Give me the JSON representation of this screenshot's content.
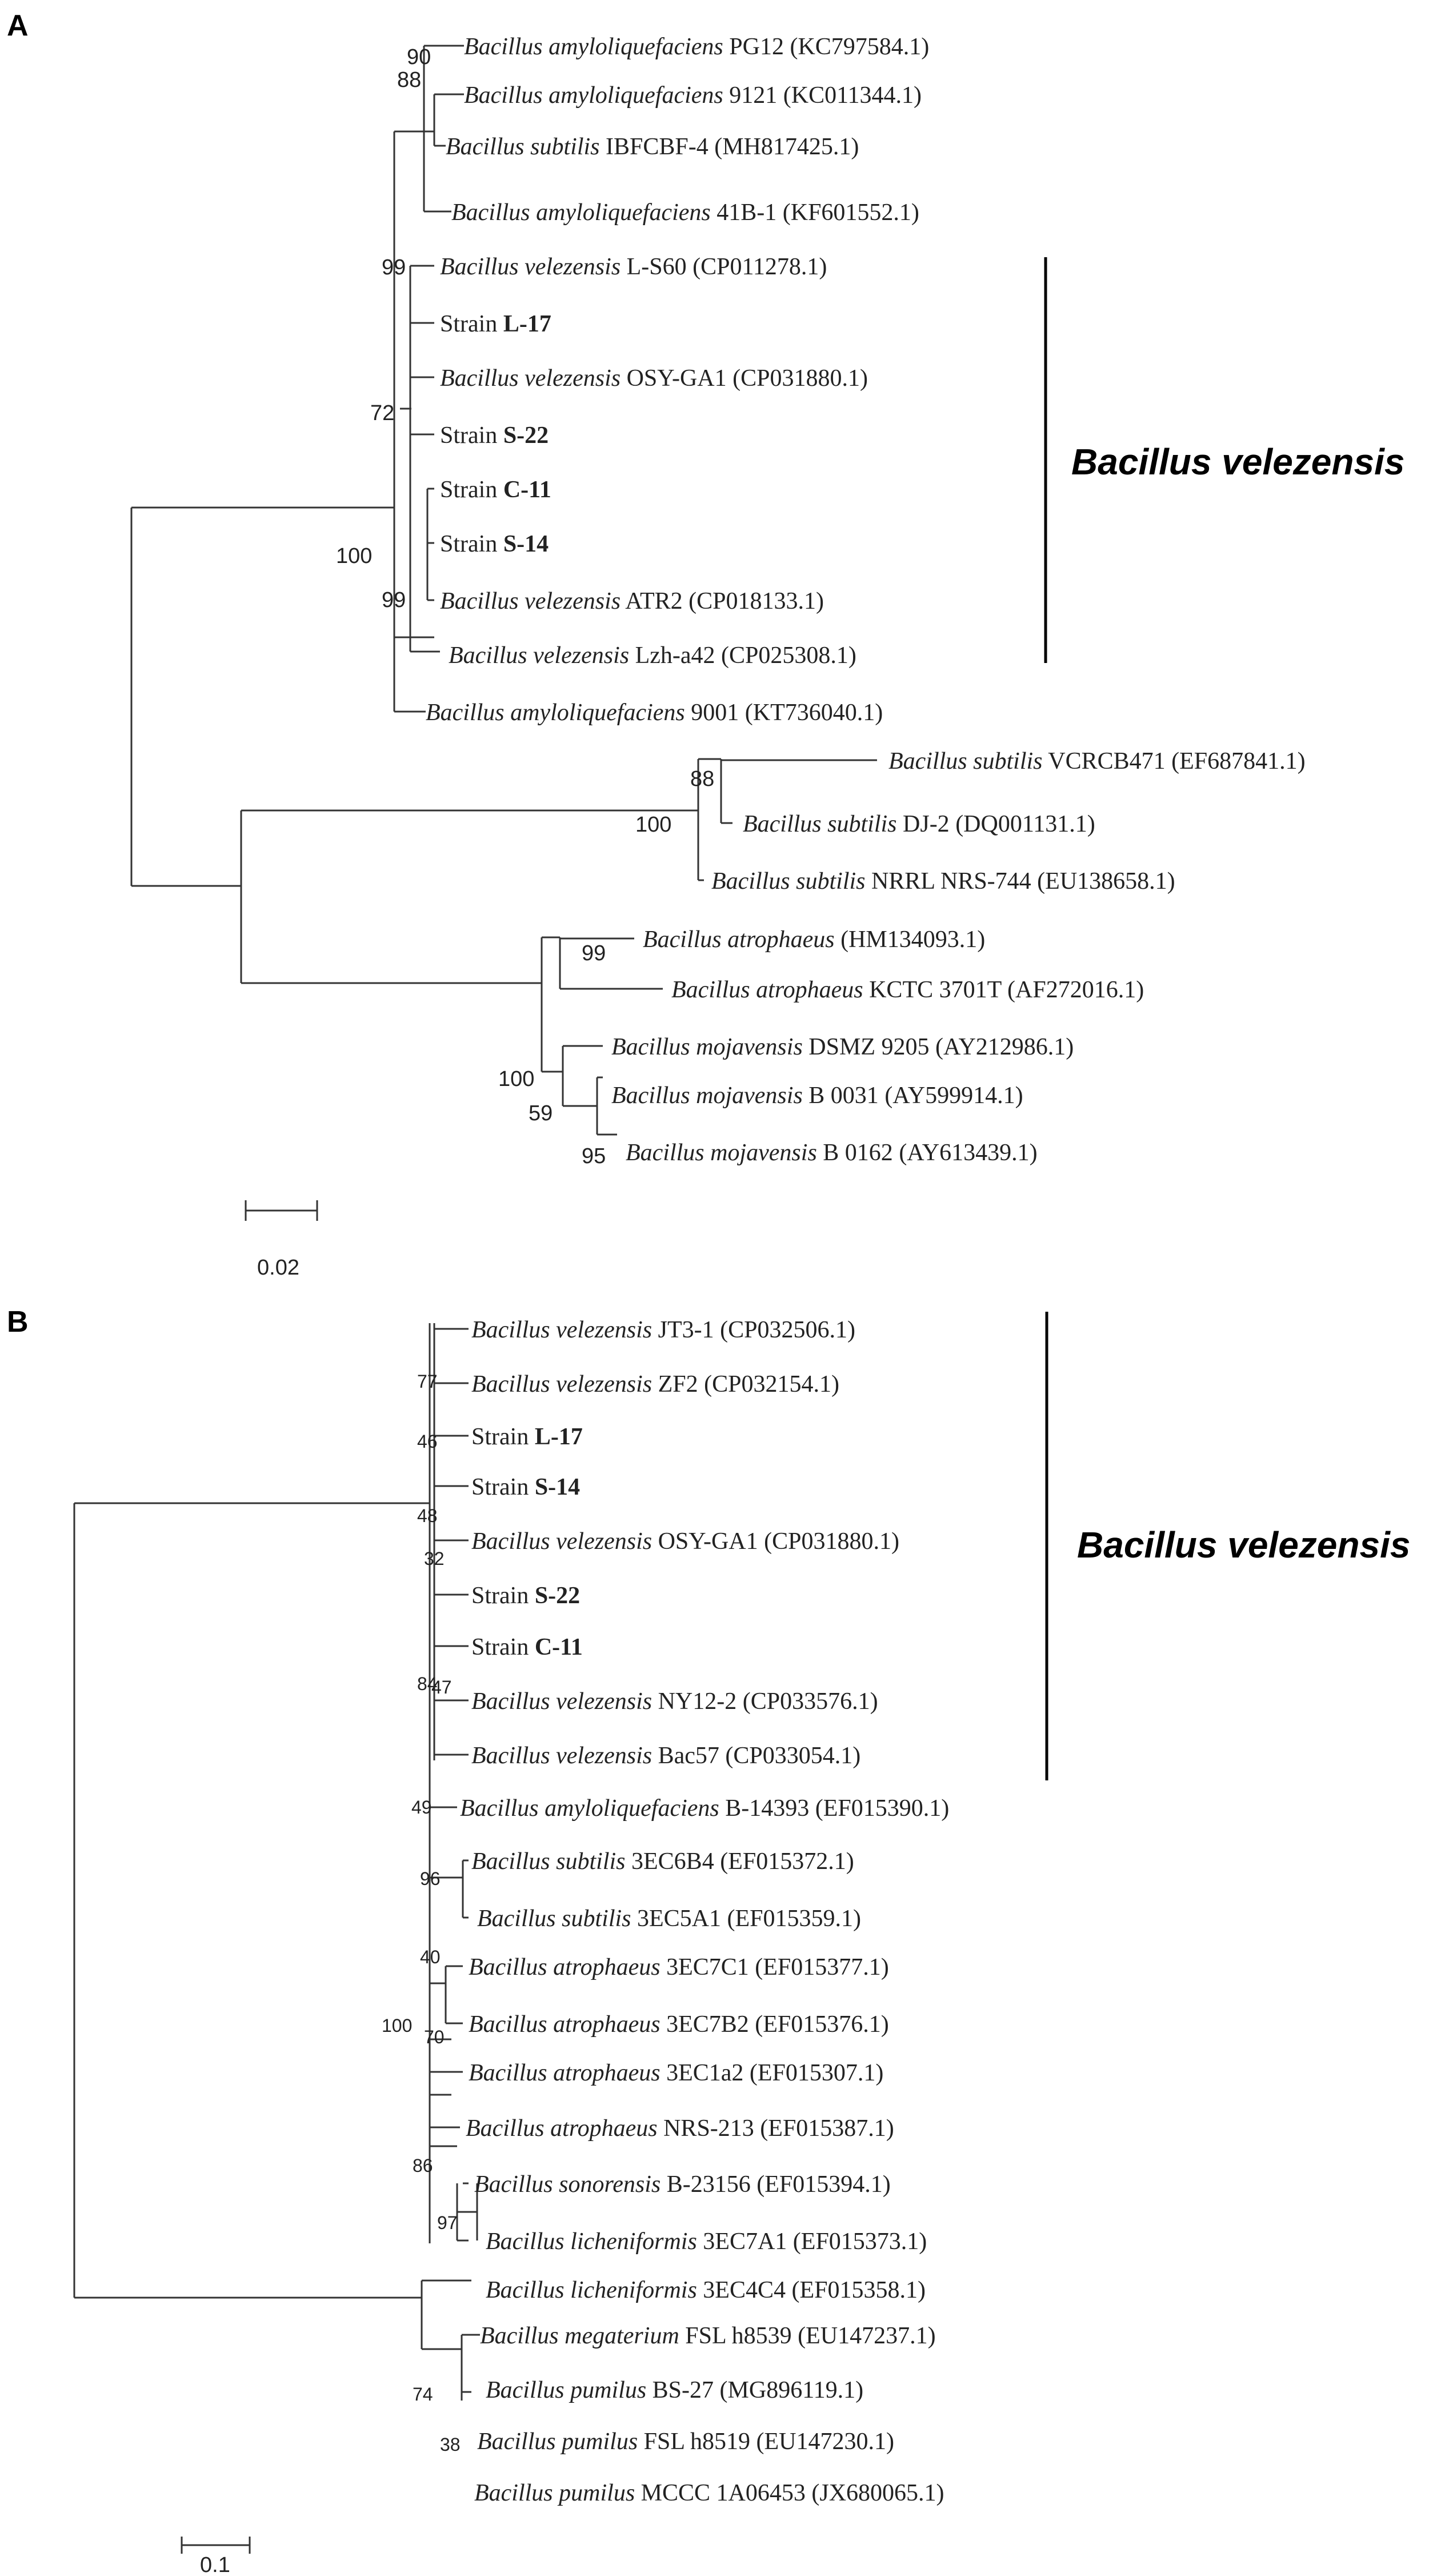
{
  "panels": {
    "a": {
      "label": "A",
      "clade_label": "Bacillus velezensis",
      "scale_label": "0.02",
      "leaves": [
        {
          "species": "Bacillus amyloliquefaciens",
          "strain": "PG12",
          "accession": "(KC797584.1)"
        },
        {
          "species": "Bacillus amyloliquefaciens",
          "strain": "9121",
          "accession": "(KC011344.1)"
        },
        {
          "species": "Bacillus subtilis",
          "strain": "IBFCBF-4",
          "accession": "(MH817425.1)"
        },
        {
          "species": "Bacillus amyloliquefaciens",
          "strain": "41B-1",
          "accession": "(KF601552.1)"
        },
        {
          "species": "Bacillus velezensis",
          "strain": "L-S60",
          "accession": "(CP011278.1)"
        },
        {
          "prefix": "Strain",
          "strain_bold": "L-17"
        },
        {
          "species": "Bacillus velezensis",
          "strain": "OSY-GA1",
          "accession": "(CP031880.1)"
        },
        {
          "prefix": "Strain",
          "strain_bold": "S-22"
        },
        {
          "prefix": "Strain",
          "strain_bold": "C-11"
        },
        {
          "prefix": "Strain",
          "strain_bold": "S-14"
        },
        {
          "species": "Bacillus velezensis",
          "strain": "ATR2",
          "accession": "(CP018133.1)"
        },
        {
          "species": "Bacillus velezensis",
          "strain": "Lzh-a42",
          "accession": "(CP025308.1)"
        },
        {
          "species": "Bacillus amyloliquefaciens",
          "strain": "9001",
          "accession": "(KT736040.1)"
        },
        {
          "species": "Bacillus subtilis",
          "strain": "VCRCB471",
          "accession": "(EF687841.1)"
        },
        {
          "species": "Bacillus subtilis",
          "strain": "DJ-2",
          "accession": "(DQ001131.1)"
        },
        {
          "species": "Bacillus subtilis",
          "strain": "NRRL NRS-744",
          "accession": "(EU138658.1)"
        },
        {
          "species": "Bacillus atrophaeus",
          "strain": "",
          "accession": "(HM134093.1)"
        },
        {
          "species": "Bacillus atrophaeus",
          "strain": "KCTC 3701T",
          "accession": "(AF272016.1)"
        },
        {
          "species": "Bacillus mojavensis",
          "strain": "DSMZ 9205",
          "accession": "(AY212986.1)"
        },
        {
          "species": "Bacillus mojavensis",
          "strain": "B 0031",
          "accession": "(AY599914.1)"
        },
        {
          "species": "Bacillus mojavensis",
          "strain": "B 0162",
          "accession": "(AY613439.1)"
        }
      ],
      "bootstrap": [
        "90",
        "88",
        "99",
        "72",
        "100",
        "99",
        "88",
        "100",
        "99",
        "100",
        "59",
        "95"
      ]
    },
    "b": {
      "label": "B",
      "clade_label": "Bacillus velezensis",
      "scale_label": "0.1",
      "leaves": [
        {
          "species": "Bacillus velezensis",
          "strain": "JT3-1",
          "accession": "(CP032506.1)"
        },
        {
          "species": "Bacillus velezensis",
          "strain": "ZF2",
          "accession": "(CP032154.1)"
        },
        {
          "prefix": "Strain",
          "strain_bold": "L-17"
        },
        {
          "prefix": "Strain",
          "strain_bold": "S-14"
        },
        {
          "species": "Bacillus velezensis",
          "strain": "OSY-GA1",
          "accession": "(CP031880.1)"
        },
        {
          "prefix": "Strain",
          "strain_bold": "S-22"
        },
        {
          "prefix": "Strain",
          "strain_bold": "C-11"
        },
        {
          "species": "Bacillus velezensis",
          "strain": "NY12-2",
          "accession": "(CP033576.1)"
        },
        {
          "species": "Bacillus velezensis",
          "strain": "Bac57",
          "accession": "(CP033054.1)"
        },
        {
          "species": "Bacillus amyloliquefaciens",
          "strain": "B-14393",
          "accession": "(EF015390.1)"
        },
        {
          "species": "Bacillus subtilis",
          "strain": "3EC6B4",
          "accession": "(EF015372.1)"
        },
        {
          "species": "Bacillus subtilis",
          "strain": "3EC5A1",
          "accession": "(EF015359.1)"
        },
        {
          "species": "Bacillus atrophaeus",
          "strain": "3EC7C1",
          "accession": "(EF015377.1)"
        },
        {
          "species": "Bacillus atrophaeus",
          "strain": "3EC7B2",
          "accession": "(EF015376.1)"
        },
        {
          "species": "Bacillus atrophaeus",
          "strain": "3EC1a2",
          "accession": "(EF015307.1)"
        },
        {
          "species": "Bacillus atrophaeus",
          "strain": "NRS-213",
          "accession": "(EF015387.1)"
        },
        {
          "species": "Bacillus sonorensis",
          "strain": "B-23156",
          "accession": "(EF015394.1)"
        },
        {
          "species": "Bacillus licheniformis",
          "strain": "3EC7A1",
          "accession": "(EF015373.1)"
        },
        {
          "species": "Bacillus licheniformis",
          "strain": "3EC4C4",
          "accession": "(EF015358.1)"
        },
        {
          "species": "Bacillus megaterium",
          "strain": "FSL h8539",
          "accession": "(EU147237.1)"
        },
        {
          "species": "Bacillus pumilus",
          "strain": "BS-27",
          "accession": "(MG896119.1)"
        },
        {
          "species": "Bacillus pumilus",
          "strain": "FSL h8519",
          "accession": "(EU147230.1)"
        },
        {
          "species": "Bacillus pumilus",
          "strain": "MCCC 1A06453",
          "accession": "(JX680065.1)"
        }
      ],
      "bootstrap": [
        "77",
        "46",
        "48",
        "32",
        "84",
        "47",
        "49",
        "96",
        "40",
        "100",
        "70",
        "86",
        "97",
        "74",
        "38"
      ]
    }
  }
}
